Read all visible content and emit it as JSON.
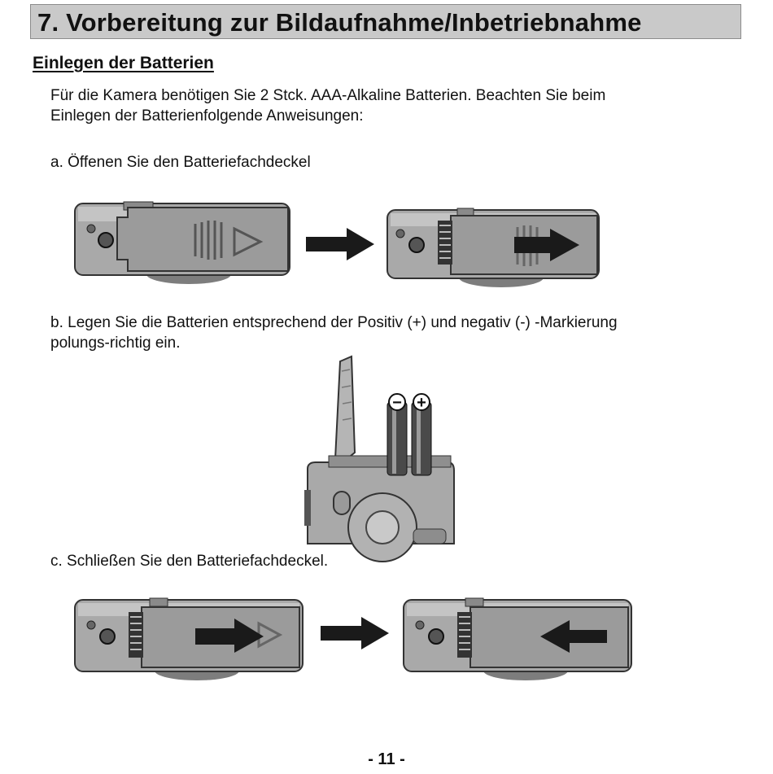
{
  "page": {
    "title": "7.  Vorbereitung zur Bildaufnahme/Inbetriebnahme",
    "section_heading": "Einlegen der Batterien",
    "intro": [
      "Für die Kamera benötigen Sie 2 Stck. AAA-Alkaline Batterien. Beachten Sie beim",
      "Einlegen der Batterienfolgende Anweisungen:"
    ],
    "steps": [
      {
        "text": [
          "a.  Öffenen Sie den Batteriefachdeckel"
        ]
      },
      {
        "text": [
          "b.  Legen Sie die Batterien entsprechend der  Positiv (+) und negativ (-) -Markierung",
          "     polungs-richtig ein."
        ]
      },
      {
        "text": [
          "c.  Schließen Sie den Batteriefachdeckel."
        ]
      }
    ],
    "battery_marks": {
      "negative": "−",
      "positive": "+"
    },
    "page_number": "- 11 -"
  },
  "colors": {
    "title_bar": "#c9c9c9",
    "camera_body": "#a9a9a9",
    "arrow": "#1a1a1a"
  },
  "icons": [
    "right-arrow-icon",
    "battery-icon",
    "camera-illustration"
  ]
}
